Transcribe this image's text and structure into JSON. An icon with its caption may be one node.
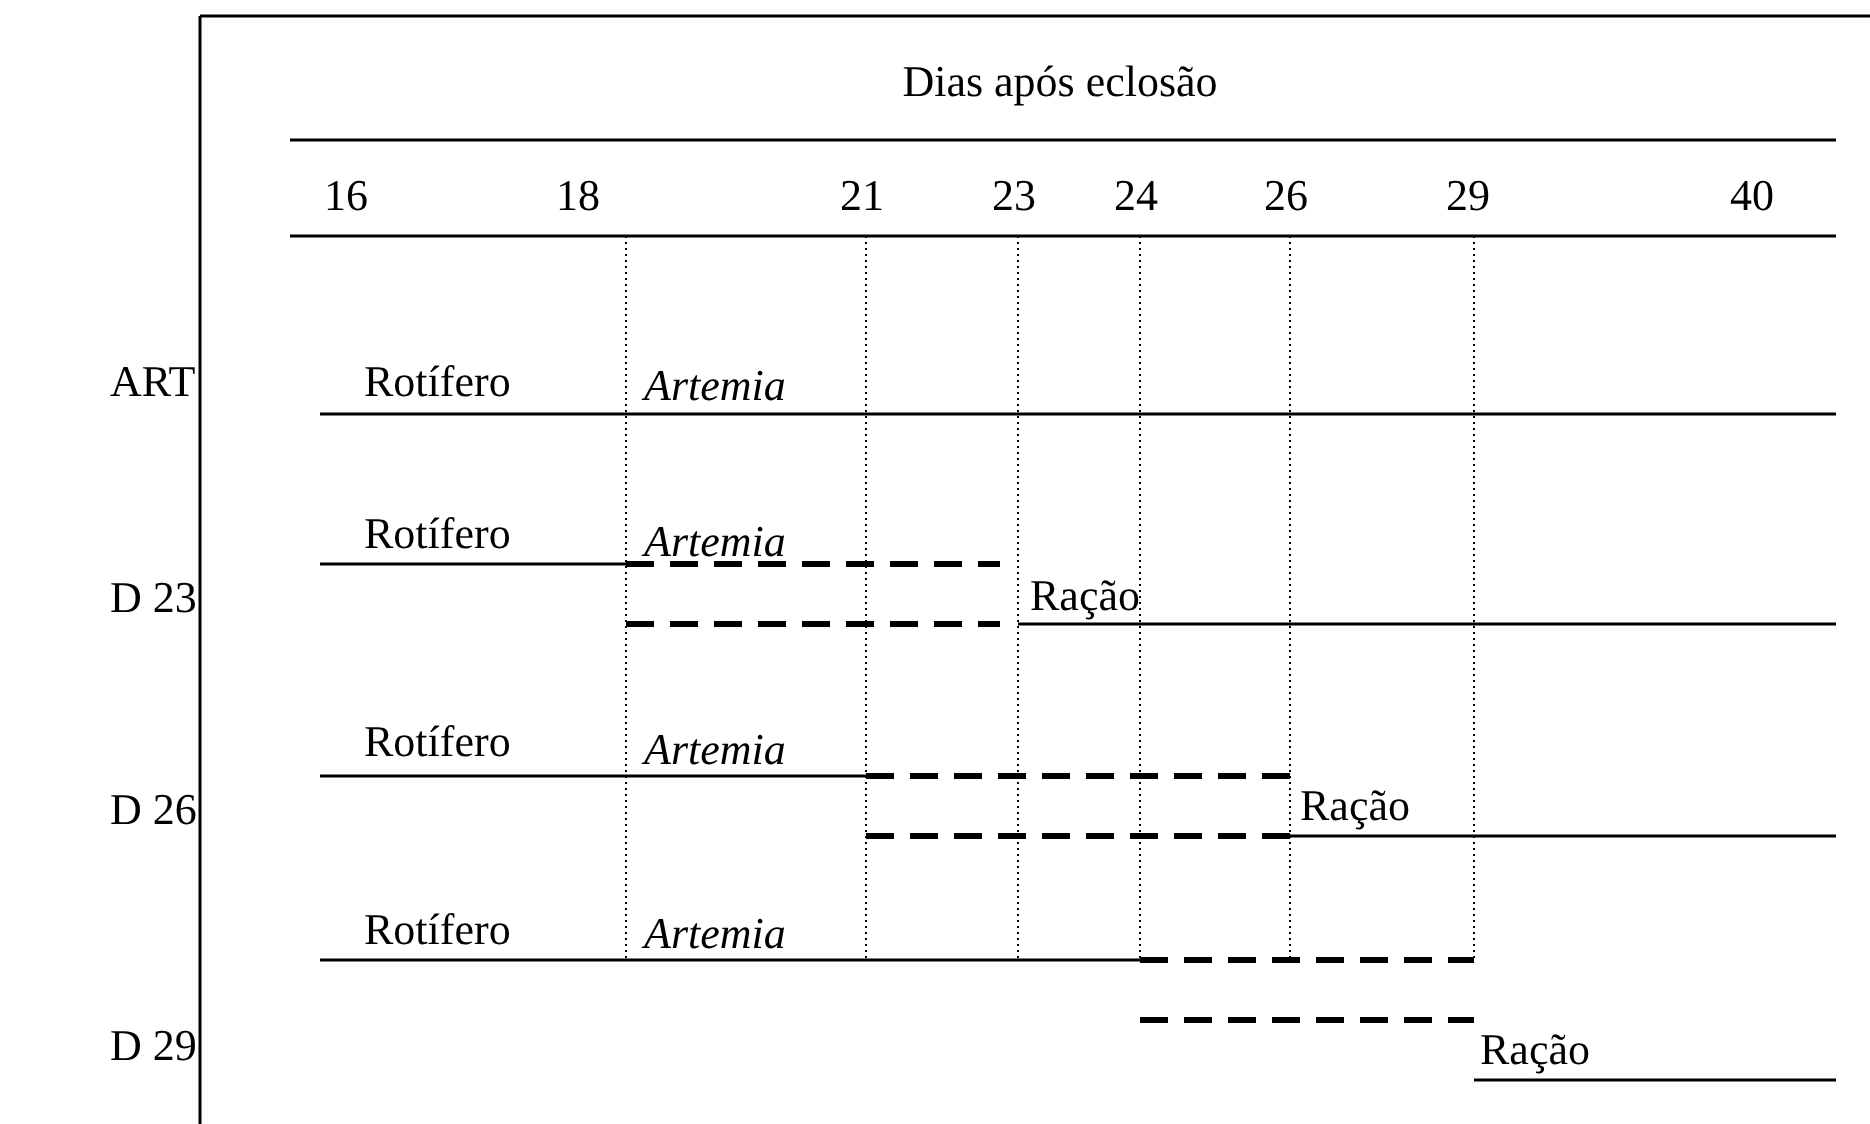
{
  "diagram": {
    "title": "Dias após eclosão",
    "labels": [
      "16",
      "18",
      "21",
      "23",
      "24",
      "26",
      "29",
      "40",
      "ART",
      "Rotífero",
      "Artemia",
      "Rotífero",
      "Artemia",
      "D 23",
      "Ração",
      "Rotífero",
      "Artemia",
      "D 26",
      "Ração",
      "Rotífero",
      "Artemia",
      "D 29",
      "Ração"
    ]
  }
}
